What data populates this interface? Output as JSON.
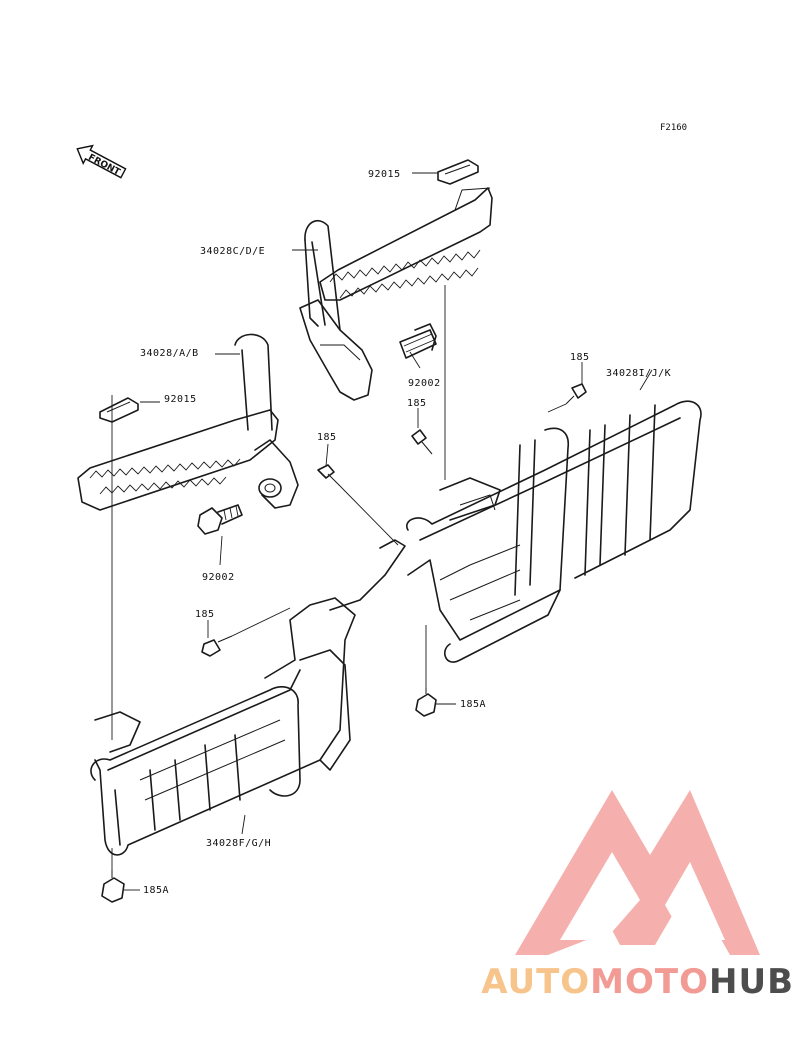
{
  "diagram": {
    "figure_code": "F2160",
    "front_label": "FRONT",
    "labels": {
      "p92015_top": "92015",
      "p34028cde": "34028C/D/E",
      "p92002_right": "92002",
      "p185_mid_right": "185",
      "p34028ab": "34028/A/B",
      "p92015_left": "92015",
      "p185_center": "185",
      "p92002_left": "92002",
      "p185_top_right": "185",
      "p34028ijk": "34028I/J/K",
      "p185_left": "185",
      "p185a_right": "185A",
      "p34028fgh": "34028F/G/H",
      "p185a_bottom": "185A"
    }
  },
  "watermark": {
    "word_part1": "AUTO",
    "word_part2": "MOTO",
    "word_part3": "HUB",
    "color_part1": "#f7c48c",
    "color_part2": "#f29a94",
    "color_part3": "#4d4d4d",
    "logo_color": "#f4a3a0"
  }
}
